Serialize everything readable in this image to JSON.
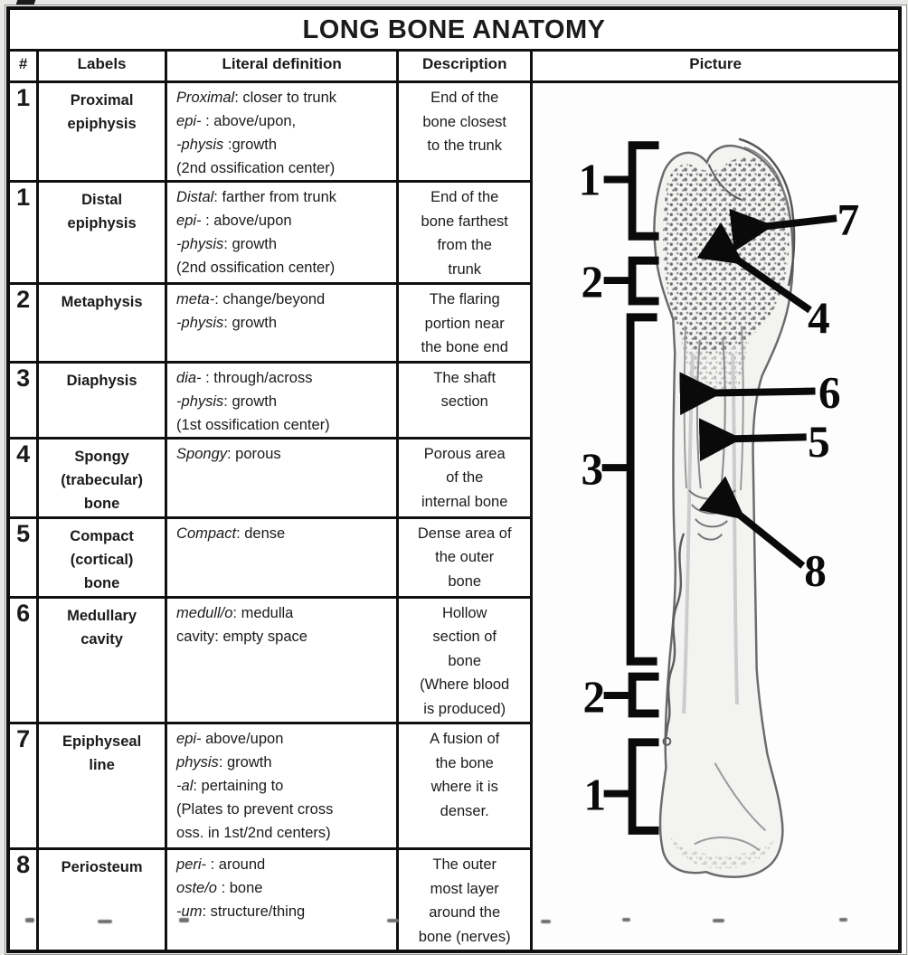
{
  "title": "LONG BONE ANATOMY",
  "colors": {
    "border": "#101010",
    "text": "#1b1b1b",
    "paper": "#ffffff",
    "page_background": "#e8e8e6"
  },
  "table": {
    "headers": [
      "#",
      "Labels",
      "Literal definition",
      "Description",
      "Picture"
    ],
    "rows": [
      {
        "num": "1",
        "label": [
          "Proximal",
          "epiphysis"
        ],
        "definition": [
          [
            "Proximal",
            ": closer to trunk"
          ],
          [
            "epi-",
            " : above/upon,"
          ],
          [
            "-physis",
            " :growth"
          ],
          [
            "",
            "(2nd ossification center)"
          ]
        ],
        "description": [
          "End of the",
          "bone closest",
          "to the trunk"
        ]
      },
      {
        "num": "1",
        "label": [
          "Distal",
          "epiphysis"
        ],
        "definition": [
          [
            "Distal",
            ": farther from trunk"
          ],
          [
            "epi-",
            " : above/upon"
          ],
          [
            "-physis",
            ": growth"
          ],
          [
            "",
            "(2nd ossification center)"
          ]
        ],
        "description": [
          "End of the",
          "bone farthest",
          "from the",
          "trunk"
        ]
      },
      {
        "num": "2",
        "label": [
          "Metaphysis"
        ],
        "definition": [
          [
            "meta-",
            ": change/beyond"
          ],
          [
            "-physis",
            ": growth"
          ]
        ],
        "description": [
          "The flaring",
          "portion near",
          "the bone end"
        ]
      },
      {
        "num": "3",
        "label": [
          "Diaphysis"
        ],
        "definition": [
          [
            "dia-",
            " : through/across"
          ],
          [
            "-physis",
            ": growth"
          ],
          [
            "",
            "(1st ossification center)"
          ]
        ],
        "description": [
          "The shaft",
          "section"
        ]
      },
      {
        "num": "4",
        "label": [
          "Spongy",
          "(trabecular)",
          "bone"
        ],
        "definition": [
          [
            "Spongy",
            ": porous"
          ]
        ],
        "description": [
          "Porous area",
          "of the",
          "internal bone"
        ]
      },
      {
        "num": "5",
        "label": [
          "Compact",
          "(cortical)",
          "bone"
        ],
        "definition": [
          [
            "Compact",
            ": dense"
          ]
        ],
        "description": [
          "Dense area of",
          "the outer",
          "bone"
        ]
      },
      {
        "num": "6",
        "label": [
          "Medullary",
          "cavity"
        ],
        "definition": [
          [
            "medull/o",
            ": medulla"
          ],
          [
            "",
            "cavity: empty space"
          ]
        ],
        "description": [
          "Hollow",
          "section of",
          "bone",
          "(Where blood",
          "is produced)"
        ]
      },
      {
        "num": "7",
        "label": [
          "Epiphyseal",
          "line"
        ],
        "definition": [
          [
            "epi-",
            " above/upon"
          ],
          [
            "physis",
            ": growth"
          ],
          [
            "-al",
            ": pertaining to"
          ],
          [
            "",
            "(Plates to prevent cross"
          ],
          [
            "",
            "oss. in 1st/2nd centers)"
          ]
        ],
        "description": [
          "A fusion of",
          "the bone",
          "where it is",
          "denser."
        ]
      },
      {
        "num": "8",
        "label": [
          "Periosteum"
        ],
        "definition": [
          [
            "peri-",
            " : around"
          ],
          [
            "oste/o",
            " : bone"
          ],
          [
            "-um",
            ": structure/thing"
          ]
        ],
        "description": [
          "The outer",
          "most layer",
          "around the",
          "bone (nerves)"
        ]
      }
    ]
  },
  "picture": {
    "bracket_labels": [
      "1",
      "2",
      "3",
      "2",
      "1"
    ],
    "callout_labels": [
      "7",
      "4",
      "6",
      "5",
      "8"
    ]
  }
}
